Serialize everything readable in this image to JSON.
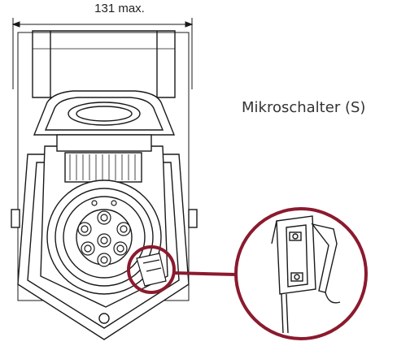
{
  "dimension": {
    "label": "131 max."
  },
  "callout": {
    "label": "Mikroschalter (S)"
  },
  "colors": {
    "line": "#1a1a1a",
    "highlight": "#8b1a2e",
    "background": "#ffffff"
  },
  "parts": {
    "socket-housing": "housing",
    "hinged-lid": "lid",
    "charging-socket": "socket",
    "micro-switch": "switch"
  }
}
